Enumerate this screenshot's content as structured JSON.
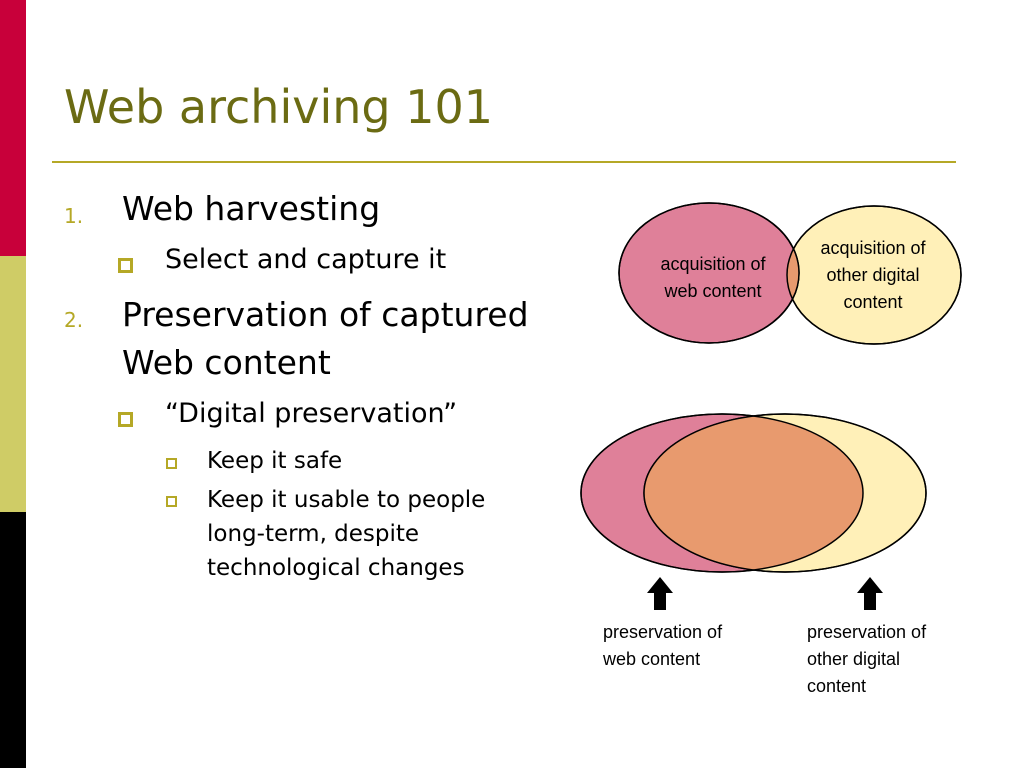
{
  "slide": {
    "title": "Web archiving 101",
    "items": [
      {
        "number": "1.",
        "text_lines": [
          "Web harvesting"
        ],
        "subitems": [
          {
            "text": "Select and capture it",
            "subitems": []
          }
        ]
      },
      {
        "number": "2.",
        "text_lines": [
          "Preservation of captured",
          "Web content"
        ],
        "subitems": [
          {
            "text": "“Digital preservation”",
            "subitems": [
              {
                "lines": [
                  "Keep it safe"
                ]
              },
              {
                "lines": [
                  "Keep it usable to people",
                  "long-term, despite",
                  "technological changes"
                ]
              }
            ]
          }
        ]
      }
    ]
  },
  "diagram": {
    "colors": {
      "web": "#df8099",
      "other": "#fff0b8",
      "overlap": "#e89a6e",
      "stroke": "#000000"
    },
    "top_left_label": [
      "acquisition of",
      "web content"
    ],
    "top_right_label": [
      "acquisition of",
      "other digital",
      "content"
    ],
    "bottom_left_label": [
      "preservation of",
      "web content"
    ],
    "bottom_right_label": [
      "preservation of",
      "other digital",
      "content"
    ]
  }
}
